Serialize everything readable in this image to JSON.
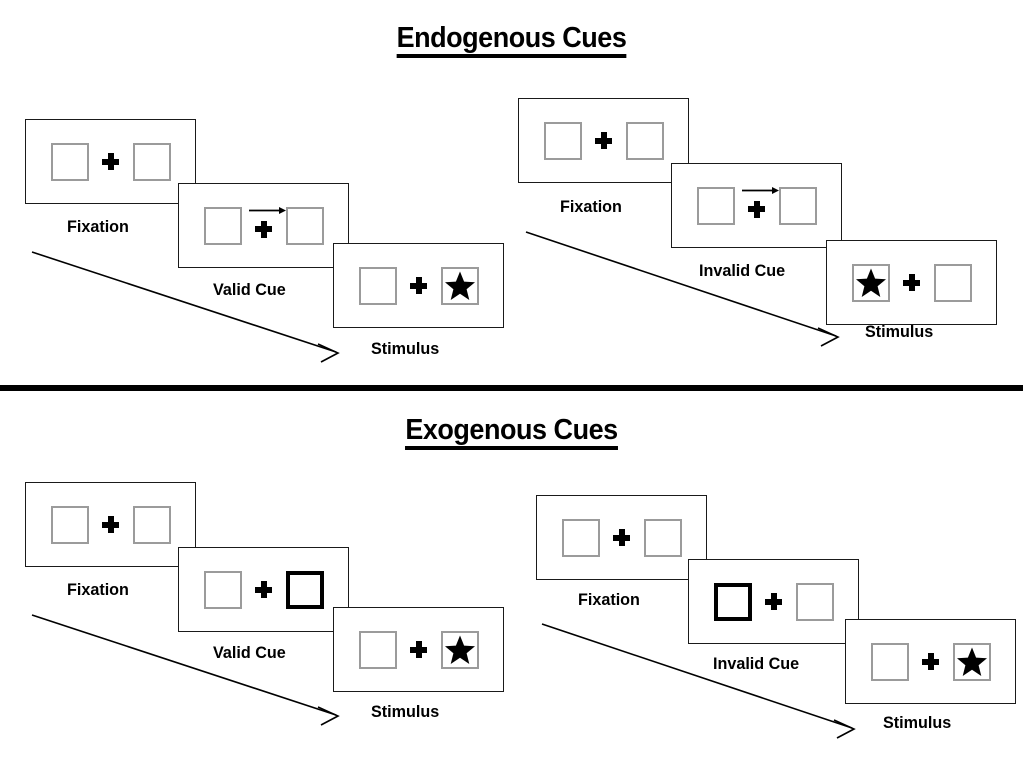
{
  "meta": {
    "figure_type": "psychology-paradigm-diagram",
    "colors": {
      "ink": "#000000",
      "panel_border": "#1a1a1a",
      "box_border": "#9b9b9b",
      "cued_box_border": "#000000",
      "background": "#ffffff"
    }
  },
  "sections": [
    {
      "id": "endogenous",
      "title": "Endogenous Cues",
      "sequences": [
        {
          "id": "endogenous-valid",
          "condition": "Valid",
          "panels": [
            {
              "caption": "Fixation",
              "cue": "none",
              "left_box": "empty",
              "right_box": "empty"
            },
            {
              "caption": "Valid Cue",
              "cue": "arrow-right",
              "left_box": "empty",
              "right_box": "empty"
            },
            {
              "caption": "Stimulus",
              "cue": "none",
              "left_box": "empty",
              "right_box": "star"
            }
          ]
        },
        {
          "id": "endogenous-invalid",
          "condition": "Invalid",
          "panels": [
            {
              "caption": "Fixation",
              "cue": "none",
              "left_box": "empty",
              "right_box": "empty"
            },
            {
              "caption": "Invalid Cue",
              "cue": "arrow-right",
              "left_box": "empty",
              "right_box": "empty"
            },
            {
              "caption": "Stimulus",
              "cue": "none",
              "left_box": "star",
              "right_box": "empty"
            }
          ]
        }
      ]
    },
    {
      "id": "exogenous",
      "title": "Exogenous Cues",
      "sequences": [
        {
          "id": "exogenous-valid",
          "condition": "Valid",
          "panels": [
            {
              "caption": "Fixation",
              "cue": "none",
              "left_box": "empty",
              "right_box": "empty"
            },
            {
              "caption": "Valid Cue",
              "cue": "box-highlight-right",
              "left_box": "empty",
              "right_box": "empty"
            },
            {
              "caption": "Stimulus",
              "cue": "none",
              "left_box": "empty",
              "right_box": "star"
            }
          ]
        },
        {
          "id": "exogenous-invalid",
          "condition": "Invalid",
          "panels": [
            {
              "caption": "Fixation",
              "cue": "none",
              "left_box": "empty",
              "right_box": "empty"
            },
            {
              "caption": "Invalid Cue",
              "cue": "box-highlight-left",
              "left_box": "empty",
              "right_box": "empty"
            },
            {
              "caption": "Stimulus",
              "cue": "none",
              "left_box": "empty",
              "right_box": "star"
            }
          ]
        }
      ]
    }
  ],
  "icons": {
    "fixation_cross": "plus-icon",
    "target": "star-icon",
    "directional_cue": "arrow-right-icon",
    "time_flow": "time-arrow-icon"
  }
}
